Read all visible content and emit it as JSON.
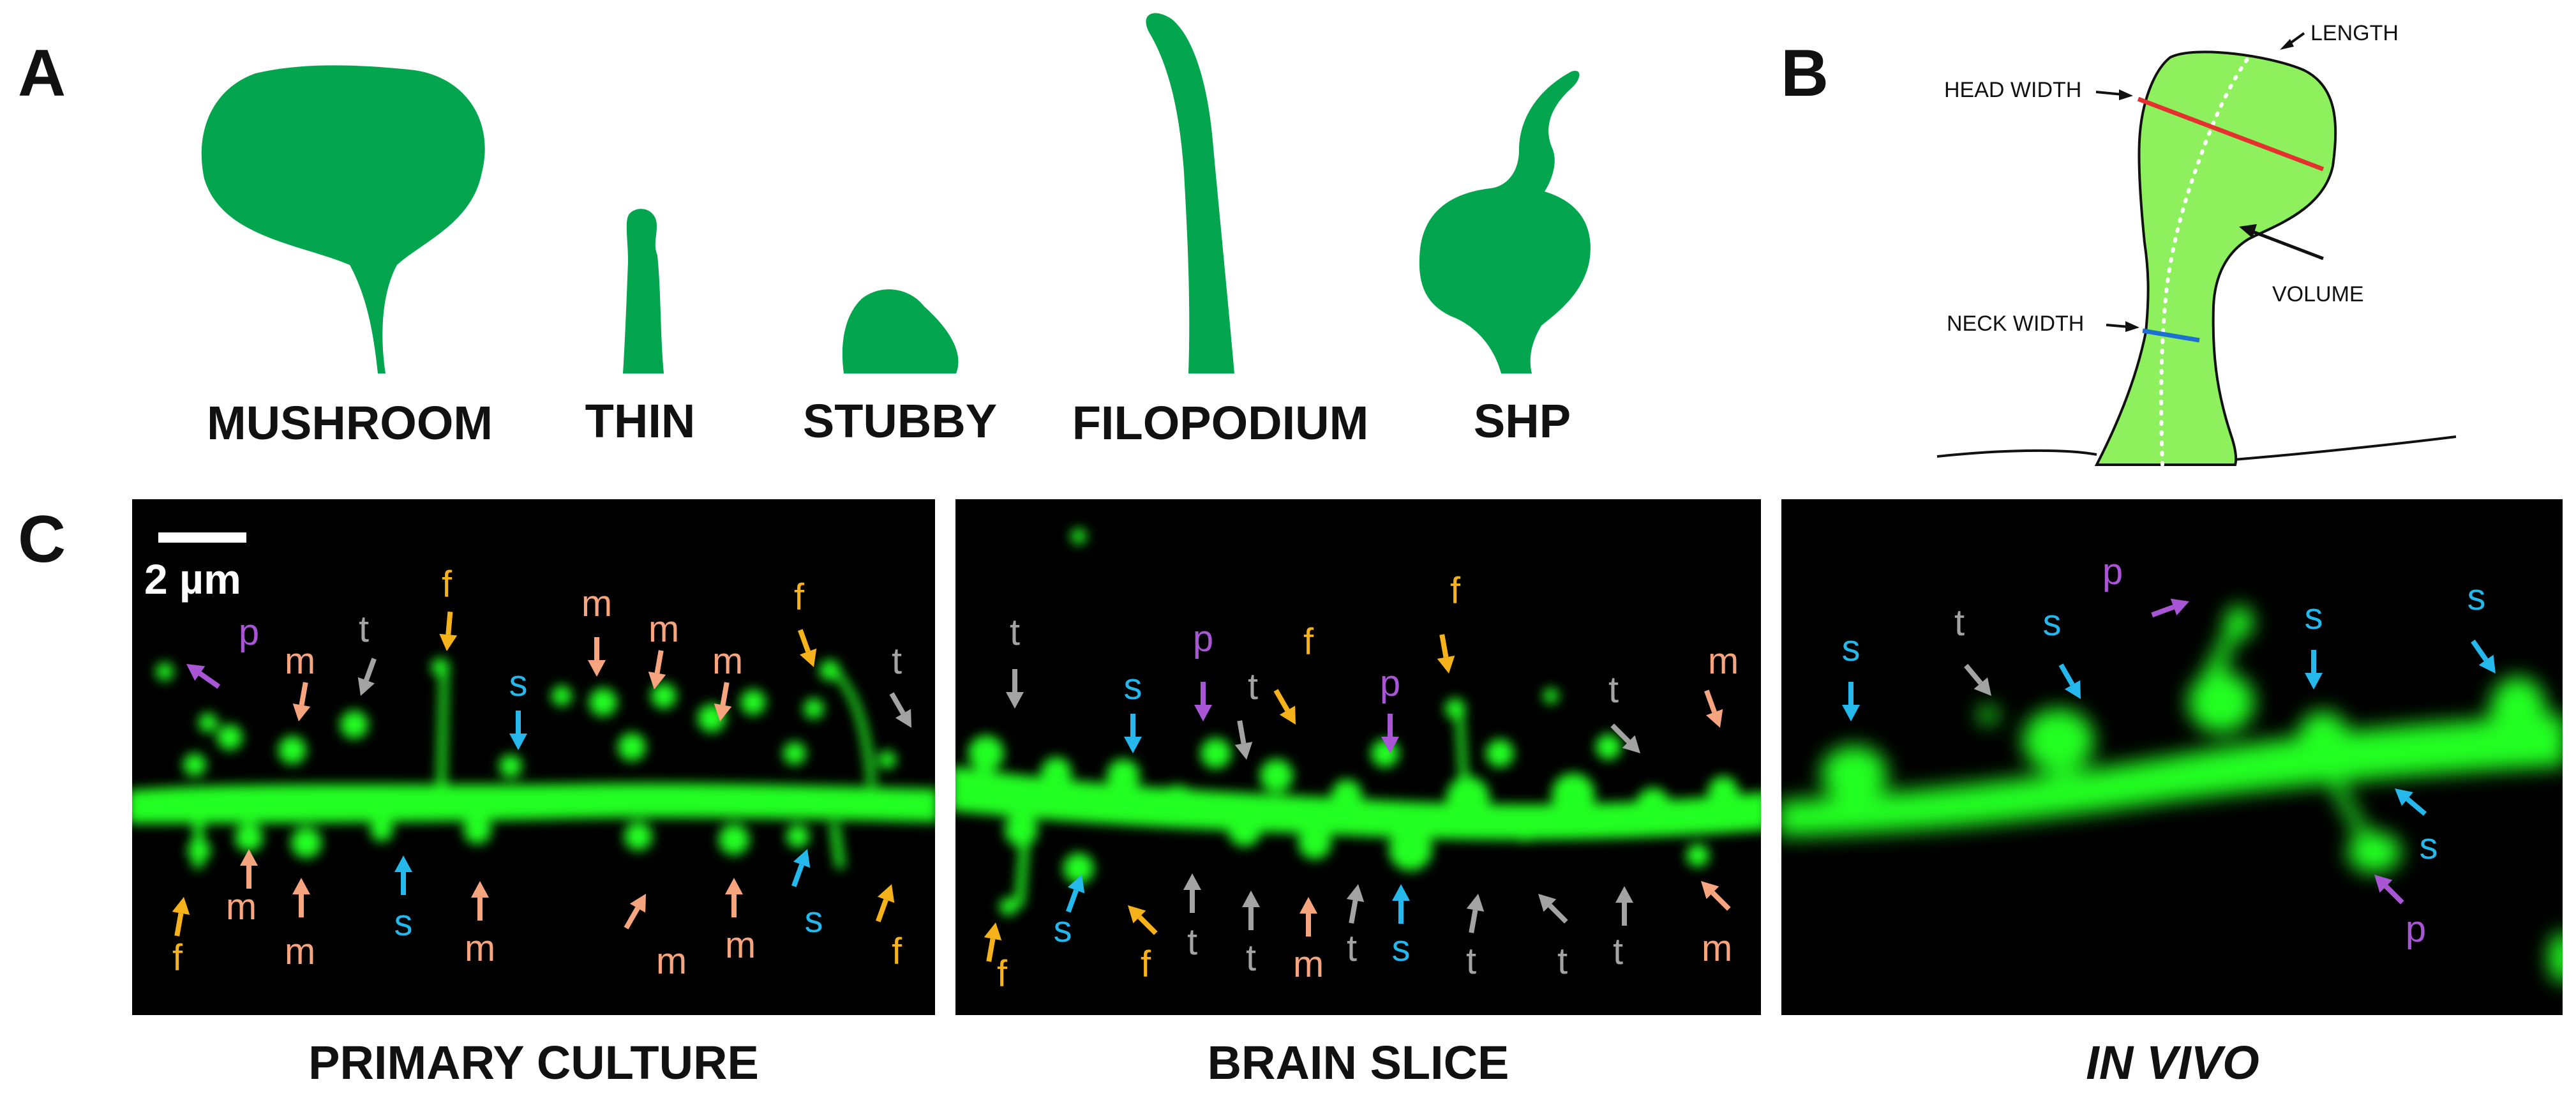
{
  "colors": {
    "spine_green": "#03a64e",
    "spine_light": "#8ff05e",
    "fluor_green": "#22ff22",
    "head_width_line": "#e53030",
    "neck_width_line": "#1d6fd1",
    "mushroom_arrow": "#f7a57f",
    "thin_arrow": "#a3a3a3",
    "stubby_arrow": "#25b8ec",
    "filopodium_arrow": "#f6b21a",
    "shp_arrow": "#a855d6"
  },
  "panel_a": {
    "letter": "A",
    "shapes": [
      {
        "name": "mushroom",
        "label": "MUSHROOM"
      },
      {
        "name": "thin",
        "label": "THIN"
      },
      {
        "name": "stubby",
        "label": "STUBBY"
      },
      {
        "name": "filopodium",
        "label": "FILOPODIUM"
      },
      {
        "name": "shp",
        "label": "SHP"
      }
    ]
  },
  "panel_b": {
    "letter": "B",
    "labels": {
      "length": "LENGTH",
      "head_width": "HEAD WIDTH",
      "volume": "VOLUME",
      "neck_width": "NECK WIDTH"
    }
  },
  "panel_c": {
    "letter": "C",
    "scale_bar": "2 µm",
    "panels": [
      {
        "caption": "PRIMARY CULTURE",
        "annotations": [
          {
            "letter": "p",
            "cls": "p"
          },
          {
            "letter": "m",
            "cls": "m"
          },
          {
            "letter": "t",
            "cls": "t"
          },
          {
            "letter": "f",
            "cls": "f"
          },
          {
            "letter": "s",
            "cls": "s"
          },
          {
            "letter": "m",
            "cls": "m"
          },
          {
            "letter": "m",
            "cls": "m"
          },
          {
            "letter": "m",
            "cls": "m"
          },
          {
            "letter": "f",
            "cls": "f"
          },
          {
            "letter": "t",
            "cls": "t"
          },
          {
            "letter": "f",
            "cls": "f"
          },
          {
            "letter": "m",
            "cls": "m"
          },
          {
            "letter": "m",
            "cls": "m"
          },
          {
            "letter": "s",
            "cls": "s"
          },
          {
            "letter": "m",
            "cls": "m"
          },
          {
            "letter": "m",
            "cls": "m"
          },
          {
            "letter": "m",
            "cls": "m"
          },
          {
            "letter": "s",
            "cls": "s"
          },
          {
            "letter": "f",
            "cls": "f"
          }
        ]
      },
      {
        "caption": "BRAIN SLICE",
        "annotations": [
          {
            "letter": "t",
            "cls": "t"
          },
          {
            "letter": "s",
            "cls": "s"
          },
          {
            "letter": "p",
            "cls": "p"
          },
          {
            "letter": "t",
            "cls": "t"
          },
          {
            "letter": "f",
            "cls": "f"
          },
          {
            "letter": "p",
            "cls": "p"
          },
          {
            "letter": "f",
            "cls": "f"
          },
          {
            "letter": "t",
            "cls": "t"
          },
          {
            "letter": "m",
            "cls": "m"
          },
          {
            "letter": "f",
            "cls": "f"
          },
          {
            "letter": "s",
            "cls": "s"
          },
          {
            "letter": "f",
            "cls": "f"
          },
          {
            "letter": "t",
            "cls": "t"
          },
          {
            "letter": "t",
            "cls": "t"
          },
          {
            "letter": "m",
            "cls": "m"
          },
          {
            "letter": "t",
            "cls": "t"
          },
          {
            "letter": "s",
            "cls": "s"
          },
          {
            "letter": "t",
            "cls": "t"
          },
          {
            "letter": "t",
            "cls": "t"
          },
          {
            "letter": "t",
            "cls": "t"
          },
          {
            "letter": "m",
            "cls": "m"
          }
        ]
      },
      {
        "caption": "IN VIVO",
        "annotations": [
          {
            "letter": "s",
            "cls": "s"
          },
          {
            "letter": "t",
            "cls": "t"
          },
          {
            "letter": "s",
            "cls": "s"
          },
          {
            "letter": "p",
            "cls": "p"
          },
          {
            "letter": "s",
            "cls": "s"
          },
          {
            "letter": "s",
            "cls": "s"
          },
          {
            "letter": "s",
            "cls": "s"
          },
          {
            "letter": "p",
            "cls": "p"
          }
        ]
      }
    ]
  }
}
